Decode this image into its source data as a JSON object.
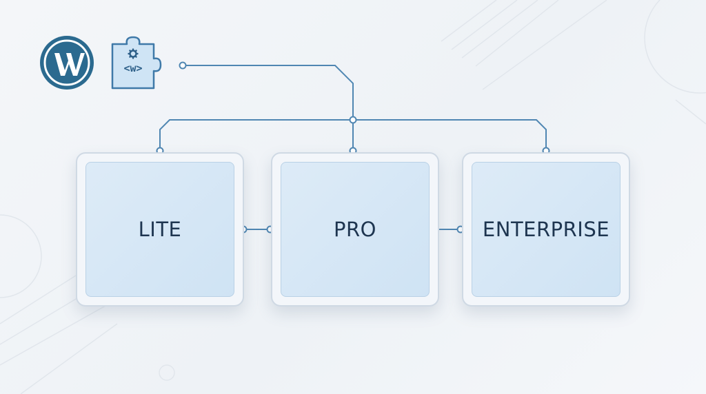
{
  "colors": {
    "line": "#4f86b2",
    "dot_fill": "#ffffff",
    "wordpress_blue": "#2b6a8f",
    "plugin_fill": "#cfe4f5",
    "plugin_stroke": "#3f79a8",
    "label_text": "#1e3550"
  },
  "icons": {
    "logo": "wordpress-logo-icon",
    "plugin": "puzzle-plugin-icon"
  },
  "plugin_glyph": "<w>",
  "tiers": [
    {
      "label": "LITE"
    },
    {
      "label": "PRO"
    },
    {
      "label": "ENTERPRISE"
    }
  ]
}
